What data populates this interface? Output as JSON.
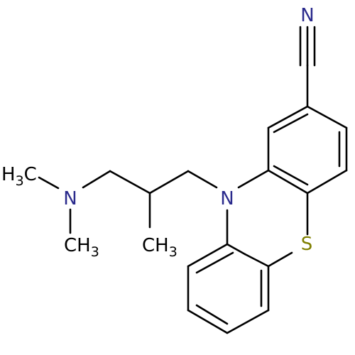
{
  "colors": {
    "bond": "#000000",
    "nitrogen": "#2a2a8c",
    "sulfur": "#7f7f00",
    "carbon_label": "#000000"
  },
  "atoms": {
    "n_nitrile": "N",
    "n_ring": "N",
    "s_ring": "S",
    "n_amine": "N",
    "h3c_H": "H",
    "h3c_sub": "3",
    "h3c_C": "C",
    "ch3_amine_C": "CH",
    "ch3_amine_sub": "3",
    "ch3_branch_C": "CH",
    "ch3_branch_sub": "3"
  }
}
